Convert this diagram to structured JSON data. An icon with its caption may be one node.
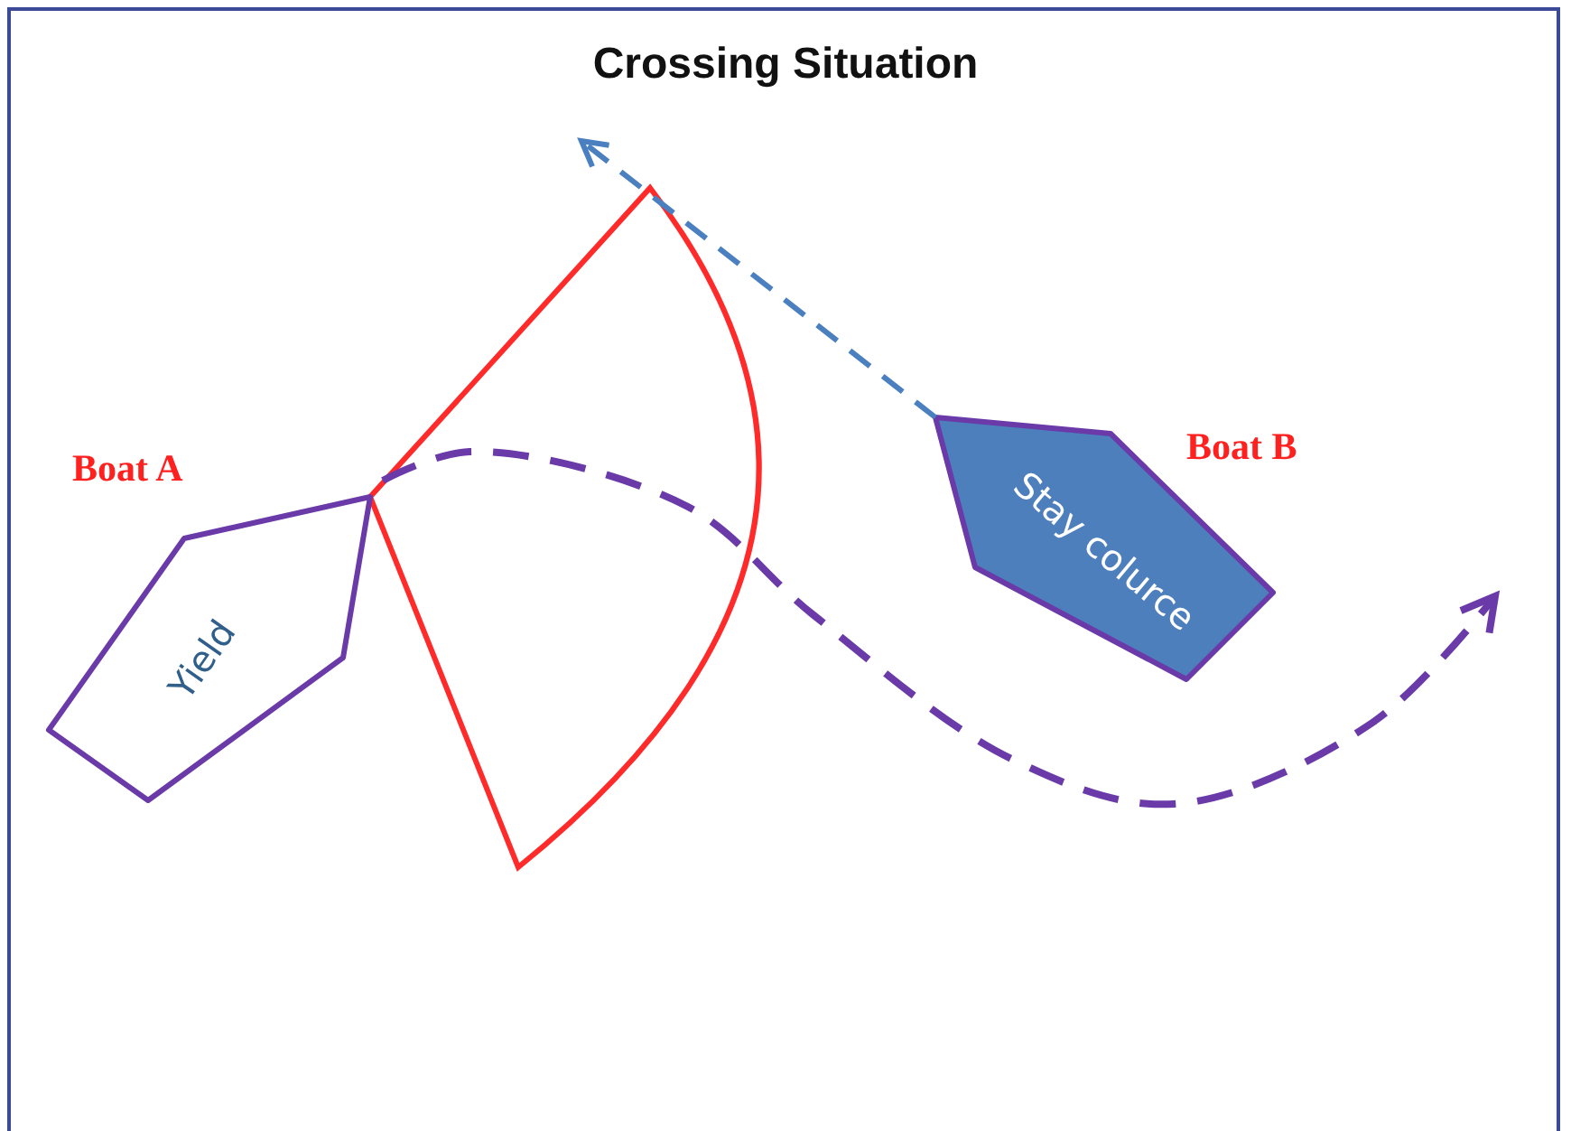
{
  "diagram": {
    "title": "Crossing Situation",
    "nodes": [
      {
        "text": [
          "Yield"
        ],
        "beside": [
          "Boat A"
        ]
      },
      {
        "text": [
          "Stay colurce"
        ],
        "beside": [
          "Boat B"
        ]
      }
    ],
    "edges": [
      {
        "from": 1,
        "to": null,
        "arrow": "to",
        "style": "dashed",
        "color": "#4a7fc0"
      },
      {
        "from": 0,
        "to": null,
        "arrow": "to",
        "style": "dashed",
        "color": "#6a3aa8"
      }
    ]
  }
}
